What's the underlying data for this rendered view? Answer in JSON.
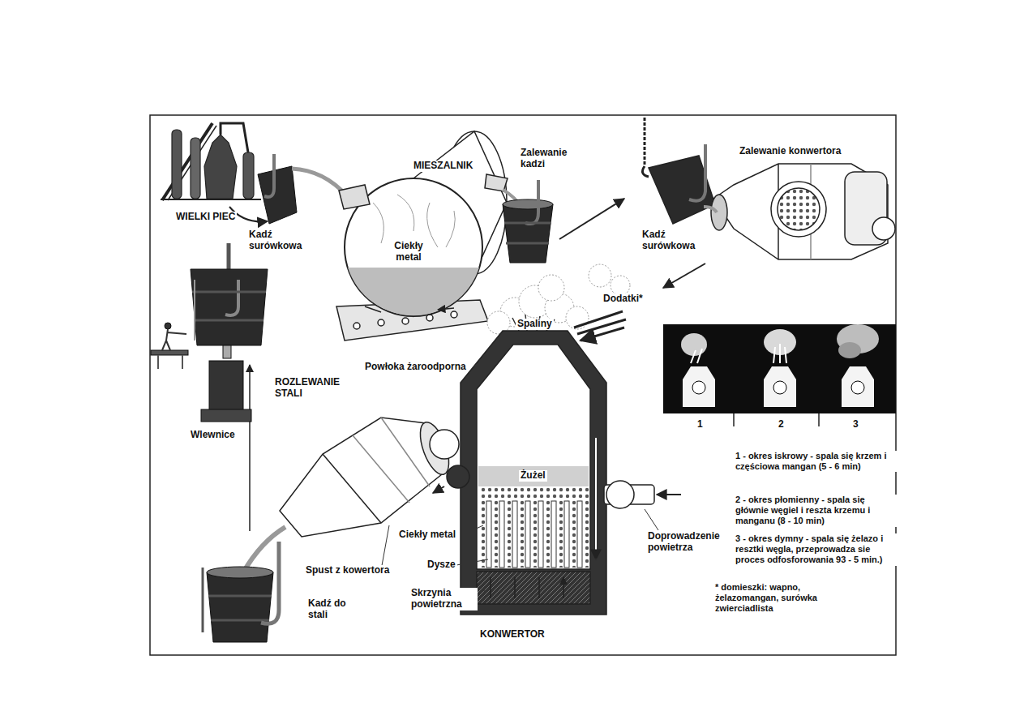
{
  "diagram": {
    "labels": [
      "WIELKI PIEC",
      "Kadź surówkowa",
      "MIESZALNIK",
      "Ciekły metal",
      "Zalewanie kadzi",
      "Zalewanie konwertora",
      "Kadź surówkowa",
      "Dodatki*",
      "Spaliny",
      "1",
      "2",
      "3",
      "Powłoka żaroodporna",
      "ROZLEWANIE STALI",
      "Wlewnice",
      "Żużel",
      "Ciekły metal",
      "Dysze",
      "Skrzynia powietrzna",
      "Doprowadzenie powietrza",
      "KONWERTOR",
      "Spust z kowertora",
      "Kadź do stali",
      "1 - okres iskrowy - spala się krzem i częściowa mangan (5 - 6 min)",
      "2 - okres płomienny - spala się głównie węgiel i reszta krzemu i manganu (8 - 10 min)",
      "3 - okres dymny - spala się żelazo i resztki węgla, przeprowadza sie proces odfosforowania 93 - 5 min.)",
      "* domieszki: wapno, żelazomangan, surówka zwierciadlista"
    ]
  }
}
